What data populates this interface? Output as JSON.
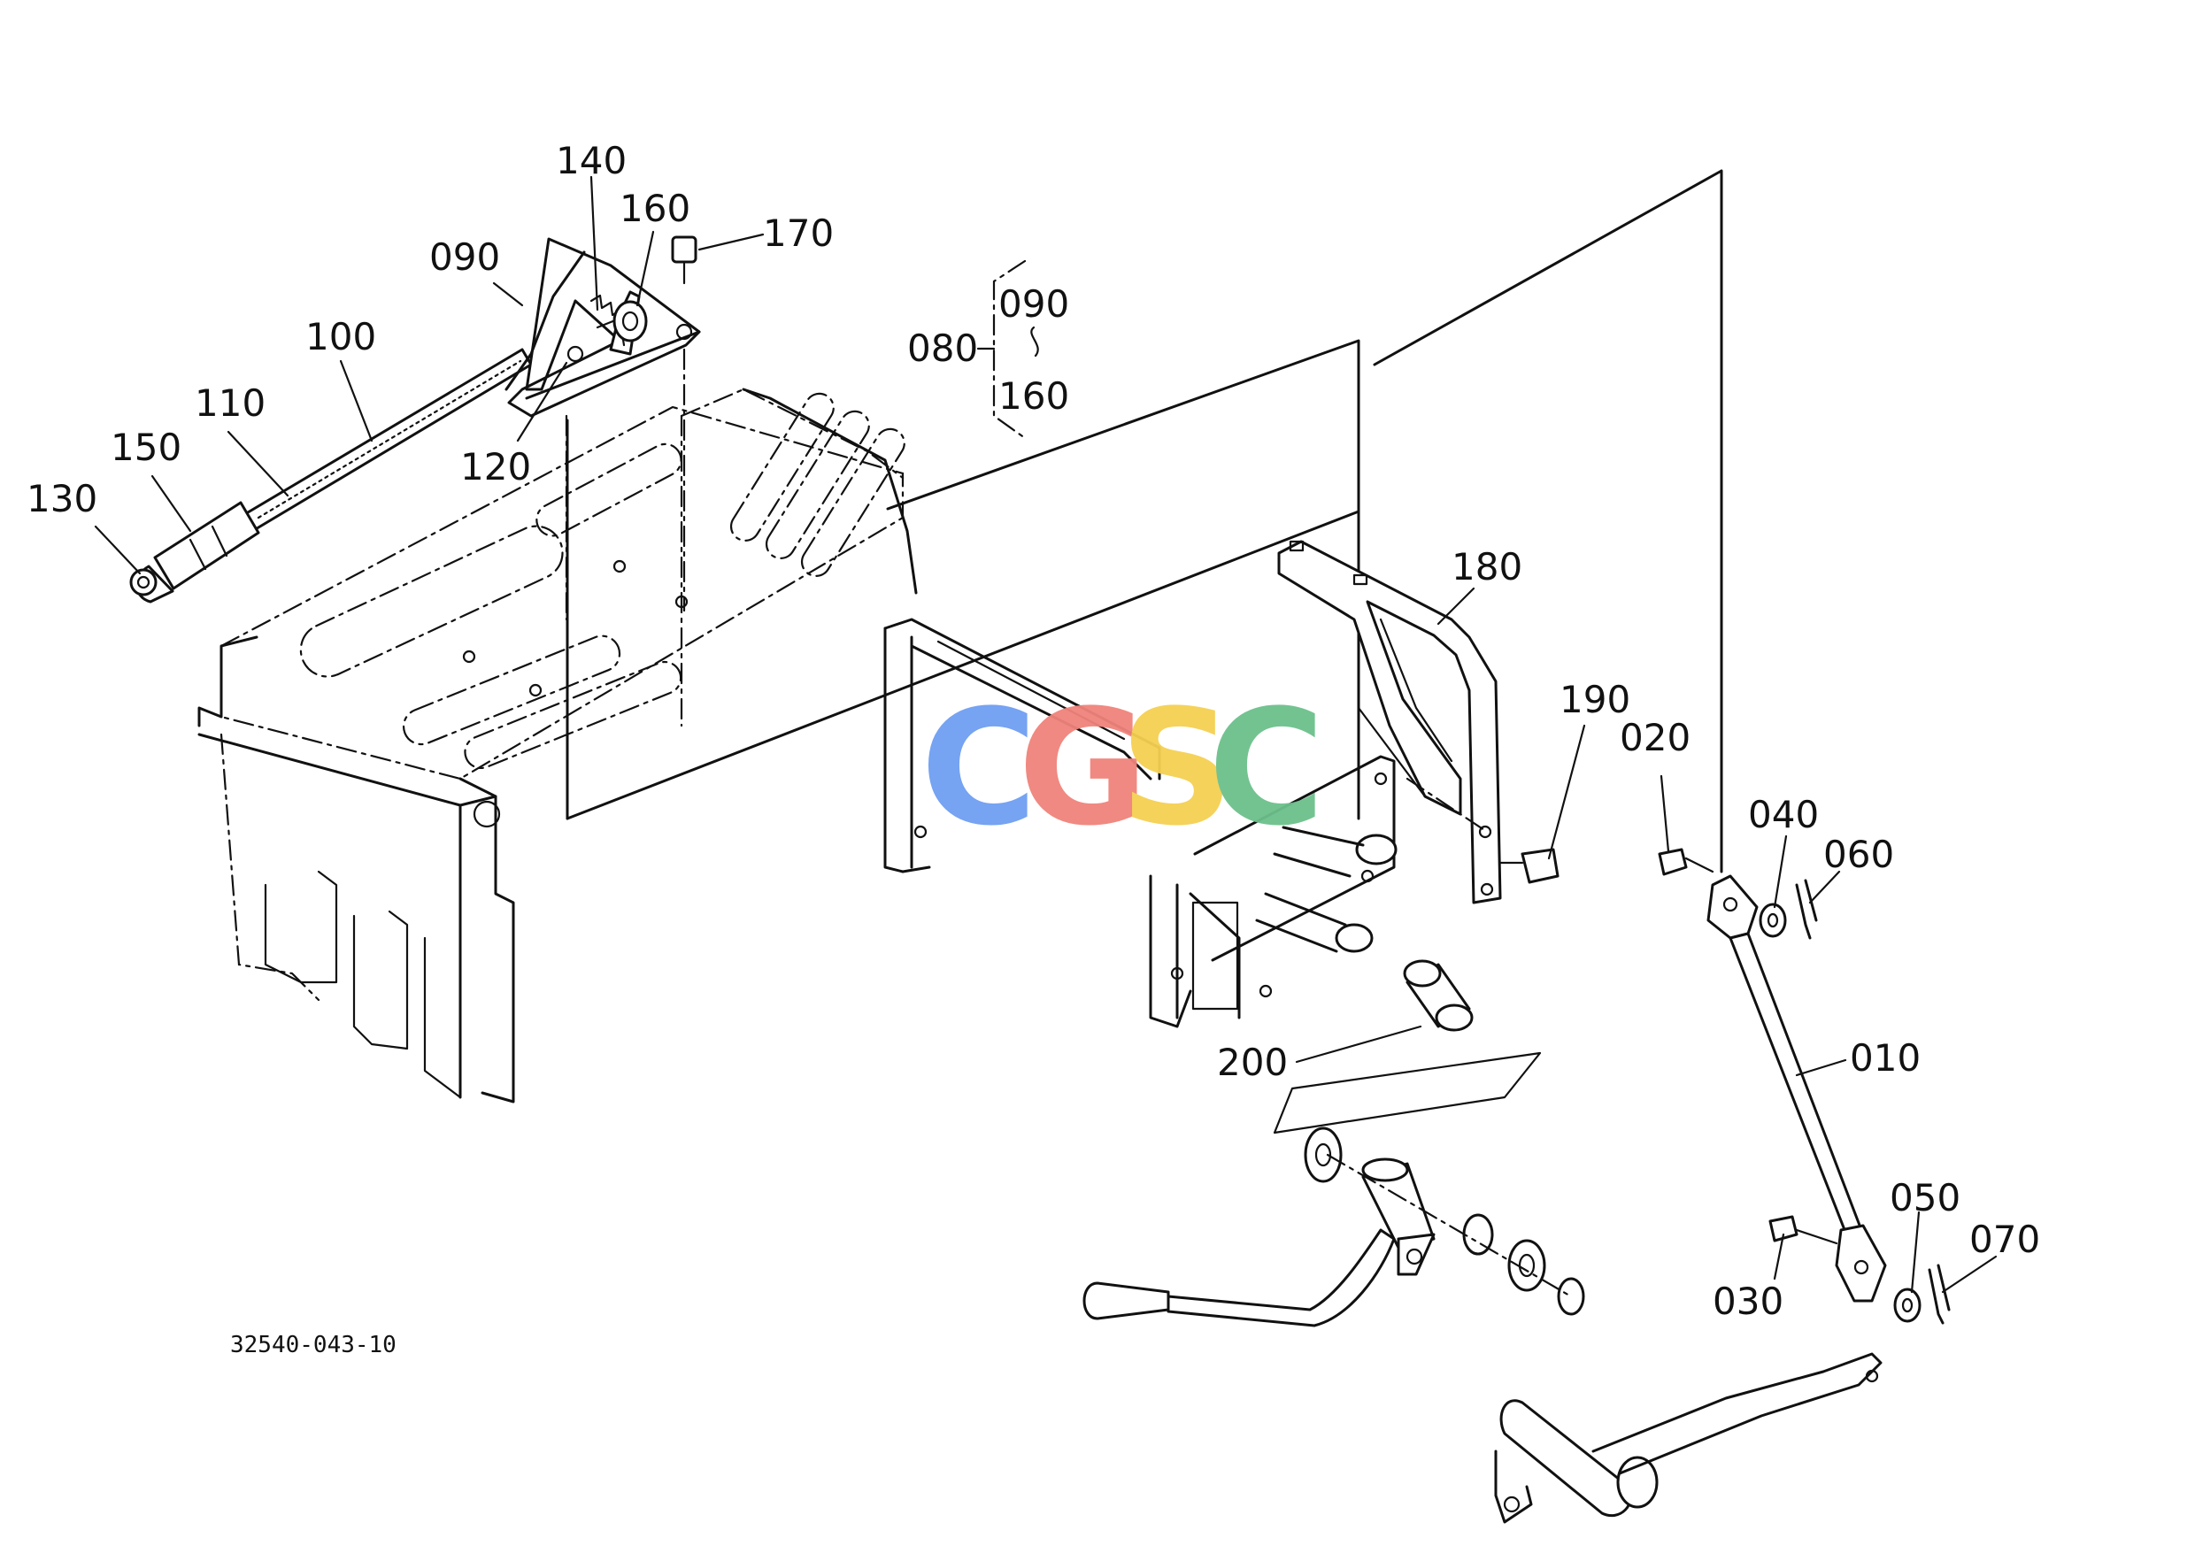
{
  "drawing_code": "32540-043-10",
  "labels": {
    "p010": "010",
    "p020": "020",
    "p030": "030",
    "p040": "040",
    "p050": "050",
    "p060": "060",
    "p070": "070",
    "p080": "080",
    "p090": "090",
    "p100": "100",
    "p110": "110",
    "p120": "120",
    "p130": "130",
    "p140": "140",
    "p150": "150",
    "p160": "160",
    "p170": "170",
    "p180": "180",
    "p190": "190",
    "p200": "200"
  },
  "assembly_bracket": {
    "label": "080",
    "range_start": "090",
    "range_symbol": "~",
    "range_end": "160"
  },
  "watermark": {
    "letters": [
      "C",
      "G",
      "S",
      "C"
    ],
    "colors": [
      "#6f9ff2",
      "#f0837b",
      "#f5d052",
      "#6cc08c"
    ]
  }
}
